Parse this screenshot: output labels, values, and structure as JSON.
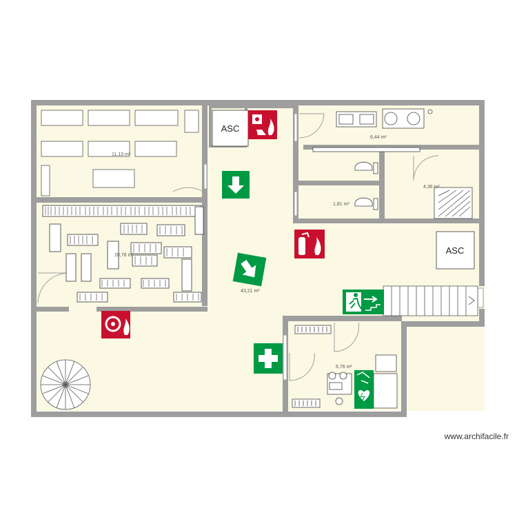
{
  "plan": {
    "rooms": [
      {
        "id": "office",
        "area": "11,13 m²"
      },
      {
        "id": "library",
        "area": "20,78 m²"
      },
      {
        "id": "hall",
        "area": "43,21 m²"
      },
      {
        "id": "washroom",
        "area": "6,44 m²"
      },
      {
        "id": "shower",
        "area": "4,36 m²"
      },
      {
        "id": "wc-small",
        "area": "1,81 m²"
      },
      {
        "id": "infirmary",
        "area": "6,76 m²"
      }
    ],
    "elevators": [
      {
        "id": "elevator-top",
        "label": "ASC"
      },
      {
        "id": "elevator-right",
        "label": "ASC"
      }
    ]
  },
  "colors": {
    "wall": "#9e9e9e",
    "floor": "#fbf9e3",
    "safety_red": "#c8102e",
    "safety_green": "#009a44"
  },
  "watermark": "www.archifacile.fr"
}
